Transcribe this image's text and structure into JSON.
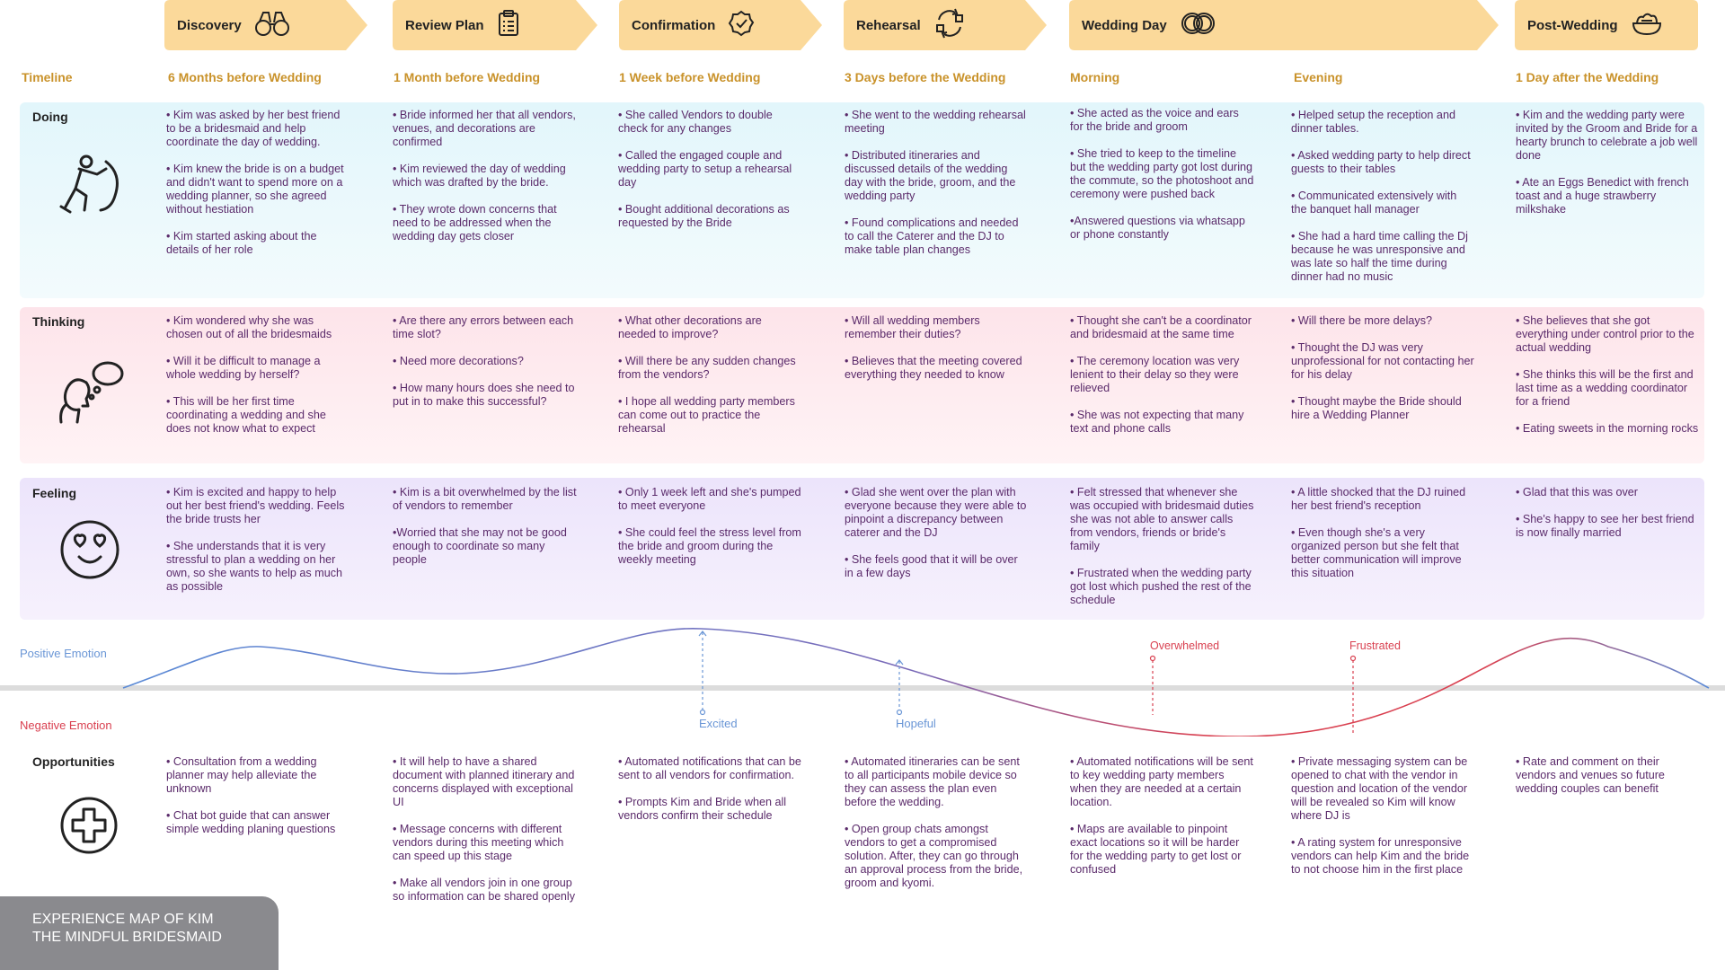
{
  "colors": {
    "phase": "#fbd99a",
    "timeline": "#c9922a",
    "doing_bg": "#e6f7fb",
    "thinking_bg": "#fde7ec",
    "feeling_bg": "#efe7fb",
    "text": "#5a2a6a",
    "positive": "#6a96d6",
    "negative": "#d94050"
  },
  "phases": [
    {
      "label": "Discovery",
      "icon": "binoculars-icon"
    },
    {
      "label": "Review Plan",
      "icon": "clipboard-icon"
    },
    {
      "label": "Confirmation",
      "icon": "check-badge-icon"
    },
    {
      "label": "Rehearsal",
      "icon": "cycle-arrows-icon"
    },
    {
      "label": "Wedding Day",
      "icon": "rings-icon"
    },
    {
      "label": "Post-Wedding",
      "icon": "food-bowl-icon"
    }
  ],
  "timeline": {
    "label": "Timeline",
    "items": [
      "6 Months before Wedding",
      "1 Month before Wedding",
      "1 Week before Wedding",
      "3 Days before the Wedding",
      "Morning",
      "Evening",
      "1 Day after  the Wedding"
    ]
  },
  "rows": {
    "doing": {
      "label": "Doing",
      "icon": "pushing-person-icon",
      "cells": [
        [
          "• Kim was asked by her best friend to be a bridesmaid and help coordinate the day of wedding.",
          "• Kim knew the bride is on a budget and didn't want to spend more on a wedding planner, so she agreed without hestiation",
          "• Kim started asking about the details of her role"
        ],
        [
          "• Bride informed her that all vendors, venues, and decorations are confirmed",
          "• Kim reviewed the day of wedding which was drafted by the bride.",
          "• They wrote down concerns that need to be addressed when the wedding day gets closer"
        ],
        [
          "• She called Vendors to double check for any changes",
          "• Called the engaged couple and wedding party to setup a rehearsal day",
          "• Bought additional decorations as requested by the Bride"
        ],
        [
          "• She went to the wedding rehearsal meeting",
          "• Distributed itineraries and discussed details of the wedding day with the bride, groom, and the wedding party",
          "• Found complications and needed to call the Caterer and the DJ to make table plan changes"
        ],
        [
          "•  She acted as the voice and ears for the bride and groom",
          "• She tried to keep to the timeline but the wedding party got lost during the commute, so the photoshoot and ceremony were pushed back",
          "•Answered questions via whatsapp or phone constantly"
        ],
        [
          "• Helped setup the reception and dinner tables.",
          "• Asked wedding party to help direct guests to their tables",
          "• Communicated extensively with the  banquet hall manager",
          "• She had a hard time calling the Dj because he was unresponsive and was late so half the time during dinner had no music"
        ],
        [
          "• Kim and the wedding party were invited by the Groom and Bride for a hearty brunch to celebrate a job well done",
          "• Ate an Eggs Benedict with french toast and a huge strawberry milkshake"
        ]
      ]
    },
    "thinking": {
      "label": "Thinking",
      "icon": "thinking-head-icon",
      "cells": [
        [
          "• Kim wondered why she was chosen out of all the bridesmaids",
          "• Will it be difficult to manage a whole wedding by herself?",
          "• This will be her first time coordinating a wedding and she does not know what to expect"
        ],
        [
          "• Are there any errors between each time slot?",
          "• Need more decorations?",
          "• How many hours does she need to put in to make this successful?"
        ],
        [
          "• What other decorations are needed to improve?",
          "• Will there be any sudden changes from the vendors?",
          "• I hope all wedding party members can come out to practice the rehearsal"
        ],
        [
          "• Will all wedding members remember their duties?",
          "• Believes that the meeting covered everything they needed to know"
        ],
        [
          "•  Thought she can't be a coordinator and bridesmaid at the same time",
          "• The ceremony location was very lenient to their delay so they were relieved",
          "• She was not expecting that many text and phone calls"
        ],
        [
          "• Will there be more delays?",
          "• Thought the DJ was very unprofessional for not contacting her for his delay",
          "• Thought maybe the Bride should hire a Wedding Planner"
        ],
        [
          "• She believes that she got everything under control prior to the actual wedding",
          "• She thinks this will be the first and last time as a wedding coordinator for a friend",
          "• Eating sweets in the morning rocks"
        ]
      ]
    },
    "feeling": {
      "label": "Feeling",
      "icon": "heart-eyes-face-icon",
      "cells": [
        [
          "• Kim is excited and happy to help out her best friend's wedding. Feels the bride trusts her",
          "• She understands that it is very stressful to plan a wedding on her own, so she wants to help as much as possible"
        ],
        [
          "• Kim is a bit overwhelmed by the list of vendors to remember",
          "•Worried that she may not be good enough to coordinate so many people"
        ],
        [
          "• Only 1 week left and she's pumped to meet everyone",
          "• She could feel the stress level from the bride and groom during the weekly meeting"
        ],
        [
          "• Glad she went over the plan with everyone  because they were able to pinpoint a discrepancy between caterer and the DJ",
          "• She feels good that it will be over in a few days"
        ],
        [
          "• Felt stressed that whenever she was occupied with bridesmaid duties she was not able to answer calls from vendors, friends or bride's family",
          "• Frustrated when the wedding party got lost which pushed the rest of the schedule"
        ],
        [
          "• A little shocked that the DJ ruined her best friend's reception",
          "• Even though she's a very organized person but she felt that better communication will improve this situation"
        ],
        [
          "• Glad that this was over",
          "• She's happy to see her best friend is now finally married"
        ]
      ]
    },
    "opportunities": {
      "label": "Opportunities",
      "icon": "plus-circle-icon",
      "cells": [
        [
          "• Consultation from a wedding planner may help alleviate the unknown",
          "• Chat bot guide that can answer simple wedding planing questions"
        ],
        [
          "• It will help to have a shared document with planned itinerary and concerns displayed with exceptional UI",
          "• Message concerns with different vendors during this meeting which can speed up this stage",
          "• Make all vendors join in one group so information can be shared openly"
        ],
        [
          "• Automated notifications that can be sent to all vendors for confirmation.",
          "• Prompts Kim and Bride when all vendors confirm their schedule"
        ],
        [
          "• Automated itineraries can be sent to all participants mobile device so they can assess the plan even before the wedding.",
          "• Open group chats amongst vendors to get a compromised solution.  After, they can go through an approval process from the bride, groom and kyomi."
        ],
        [
          "• Automated notifications will be sent to key wedding party members when they are needed at a certain location.",
          "• Maps are available to pinpoint exact locations so it will be harder for the wedding party to get lost or confused"
        ],
        [
          "• Private messaging system can be opened to chat with the vendor in question and location of the vendor will be revealed so Kim will know where DJ is",
          "• A rating system for unresponsive vendors can help Kim and the bride to not choose him in the first place"
        ],
        [
          "• Rate and comment on their vendors and venues so future wedding couples can benefit"
        ]
      ]
    }
  },
  "emotion": {
    "positive_label": "Positive Emotion",
    "negative_label": "Negative Emotion",
    "markers": [
      {
        "label": "Excited",
        "type": "positive"
      },
      {
        "label": "Hopeful",
        "type": "positive"
      },
      {
        "label": "Overwhelmed",
        "type": "negative"
      },
      {
        "label": "Frustrated",
        "type": "negative"
      }
    ]
  },
  "footer": {
    "line1": "EXPERIENCE MAP OF KIM",
    "line2": "THE MINDFUL BRIDESMAID"
  }
}
